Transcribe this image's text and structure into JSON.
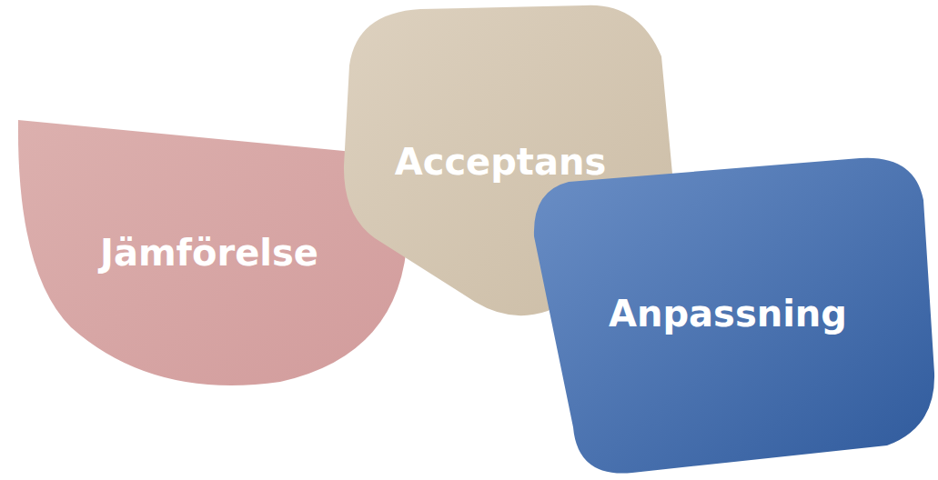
{
  "diagram": {
    "nodes": [
      {
        "text": [
          "Jämförelse"
        ]
      },
      {
        "text": [
          "Acceptans"
        ]
      },
      {
        "text": [
          "Anpassning"
        ]
      }
    ]
  }
}
